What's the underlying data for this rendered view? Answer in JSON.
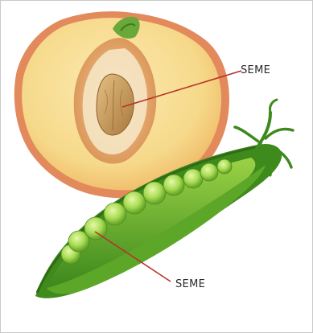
{
  "labels": {
    "peach_seed": "SEME",
    "pea_seed": "SEME"
  },
  "colors": {
    "peach_skin": "#e2835a",
    "peach_flesh": "#f7dd96",
    "pit_flesh": "#e9b37a",
    "seed": "#c99a5c",
    "pod_dark": "#3f8a1c",
    "pod_light": "#8ccb3c",
    "pea": "#b7e26a",
    "leader_line": "#b5342a"
  },
  "icons": [
    "peach-half-illustration",
    "pea-pod-illustration"
  ]
}
